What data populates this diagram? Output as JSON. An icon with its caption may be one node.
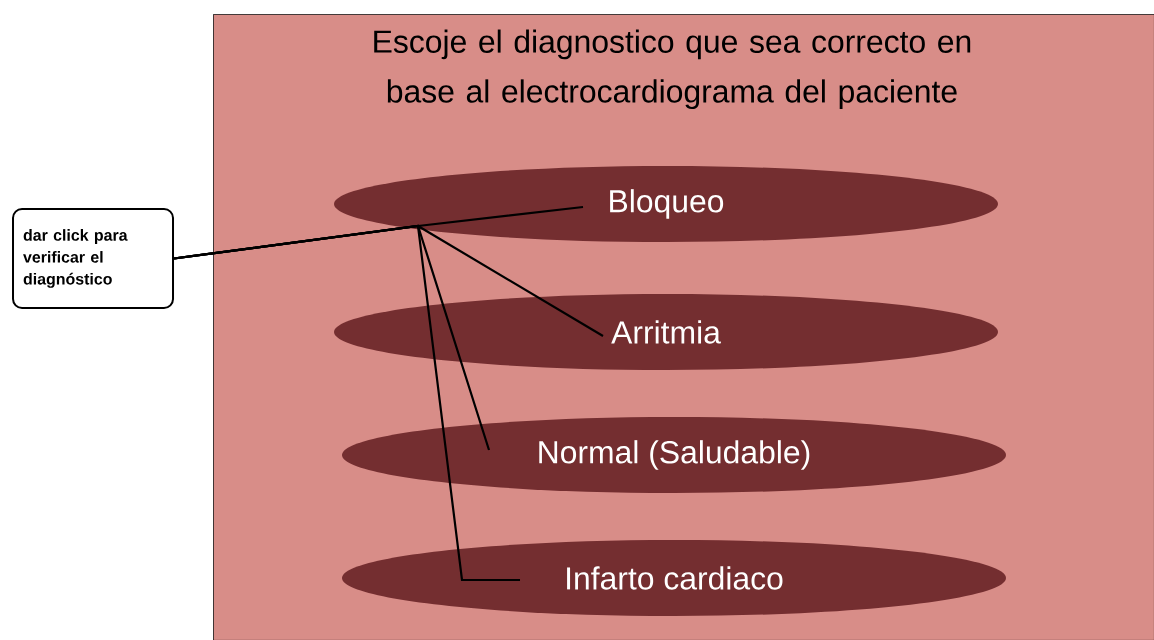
{
  "diagram": {
    "nodes": [
      {
        "text": [
          "Escoje el diagnostico que sea correcto en base al electrocardiograma del paciente"
        ]
      },
      {
        "text": [
          "Bloqueo"
        ],
        "in": 0
      },
      {
        "text": [
          "Arritmia"
        ],
        "in": 0
      },
      {
        "text": [
          "Normal (Saludable)"
        ],
        "in": 0
      },
      {
        "text": [
          "Infarto cardiaco"
        ],
        "in": 0
      },
      {
        "text": [
          "dar click para verificar el diagnóstico"
        ]
      }
    ],
    "edges": [
      {
        "from": 5,
        "to": 1,
        "arrow": "none"
      },
      {
        "from": 5,
        "to": 2,
        "arrow": "none"
      },
      {
        "from": 5,
        "to": 3,
        "arrow": "none"
      },
      {
        "from": 5,
        "to": 4,
        "arrow": "none"
      }
    ]
  }
}
